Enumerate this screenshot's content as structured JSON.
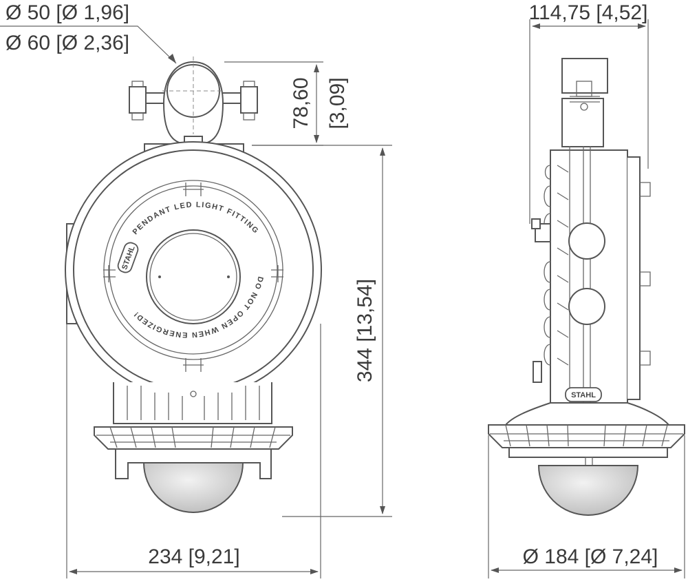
{
  "dimensions": {
    "pipe_dia_small": "Ø 50 [Ø 1,96]",
    "pipe_dia_large": "Ø 60 [Ø 2,36]",
    "clamp_height_mm": "78,60",
    "clamp_height_in": "[3,09]",
    "overall_height": "344 [13,54]",
    "overall_width": "234 [9,21]",
    "side_depth": "114,75 [4,52]",
    "reflector_dia": "Ø 184 [Ø 7,24]"
  },
  "labels": {
    "ring_text_top": "PENDANT LED LIGHT FITTING",
    "ring_text_bottom": "DO NOT OPEN WHEN ENERGIZED!",
    "brand_front": "STAHL",
    "brand_side": "STAHL"
  }
}
